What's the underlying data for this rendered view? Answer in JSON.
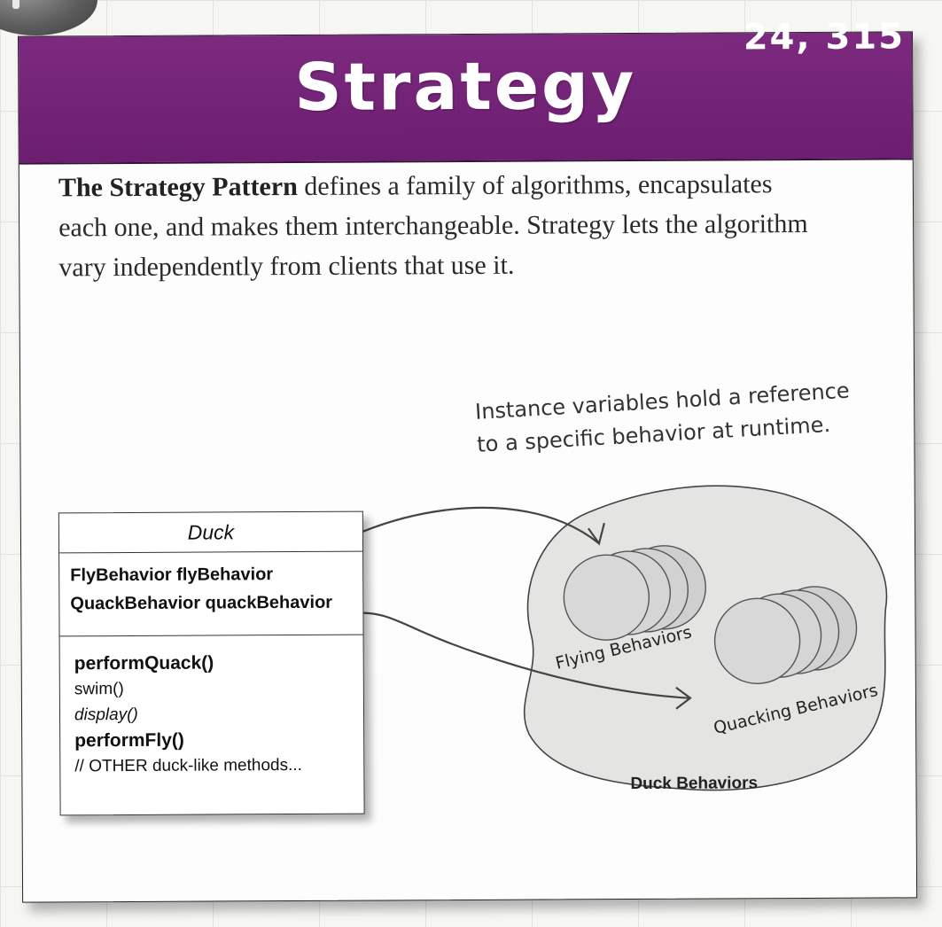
{
  "header": {
    "title": "Strategy",
    "page_numbers": "24, 315",
    "banner_color": "#6c1e70"
  },
  "definition": {
    "term": "The Strategy Pattern",
    "text": " defines a family of algorithms, encapsulates each one, and makes them interchangeable. Strategy lets the algorithm vary independently from clients that use it."
  },
  "annotation": {
    "line1": "Instance variables hold a reference",
    "line2": "to a specific behavior at runtime."
  },
  "duck_class": {
    "name": "Duck",
    "attributes": [
      "FlyBehavior  flyBehavior",
      "QuackBehavior  quackBehavior"
    ],
    "methods": [
      "performQuack()",
      "swim()",
      "display()",
      "performFly()",
      "// OTHER duck-like methods..."
    ]
  },
  "behaviors": {
    "flying_label": "Flying Behaviors",
    "quacking_label": "Quacking Behaviors",
    "group_label": "Duck Behaviors",
    "blob_color": "#e4e4e2"
  }
}
